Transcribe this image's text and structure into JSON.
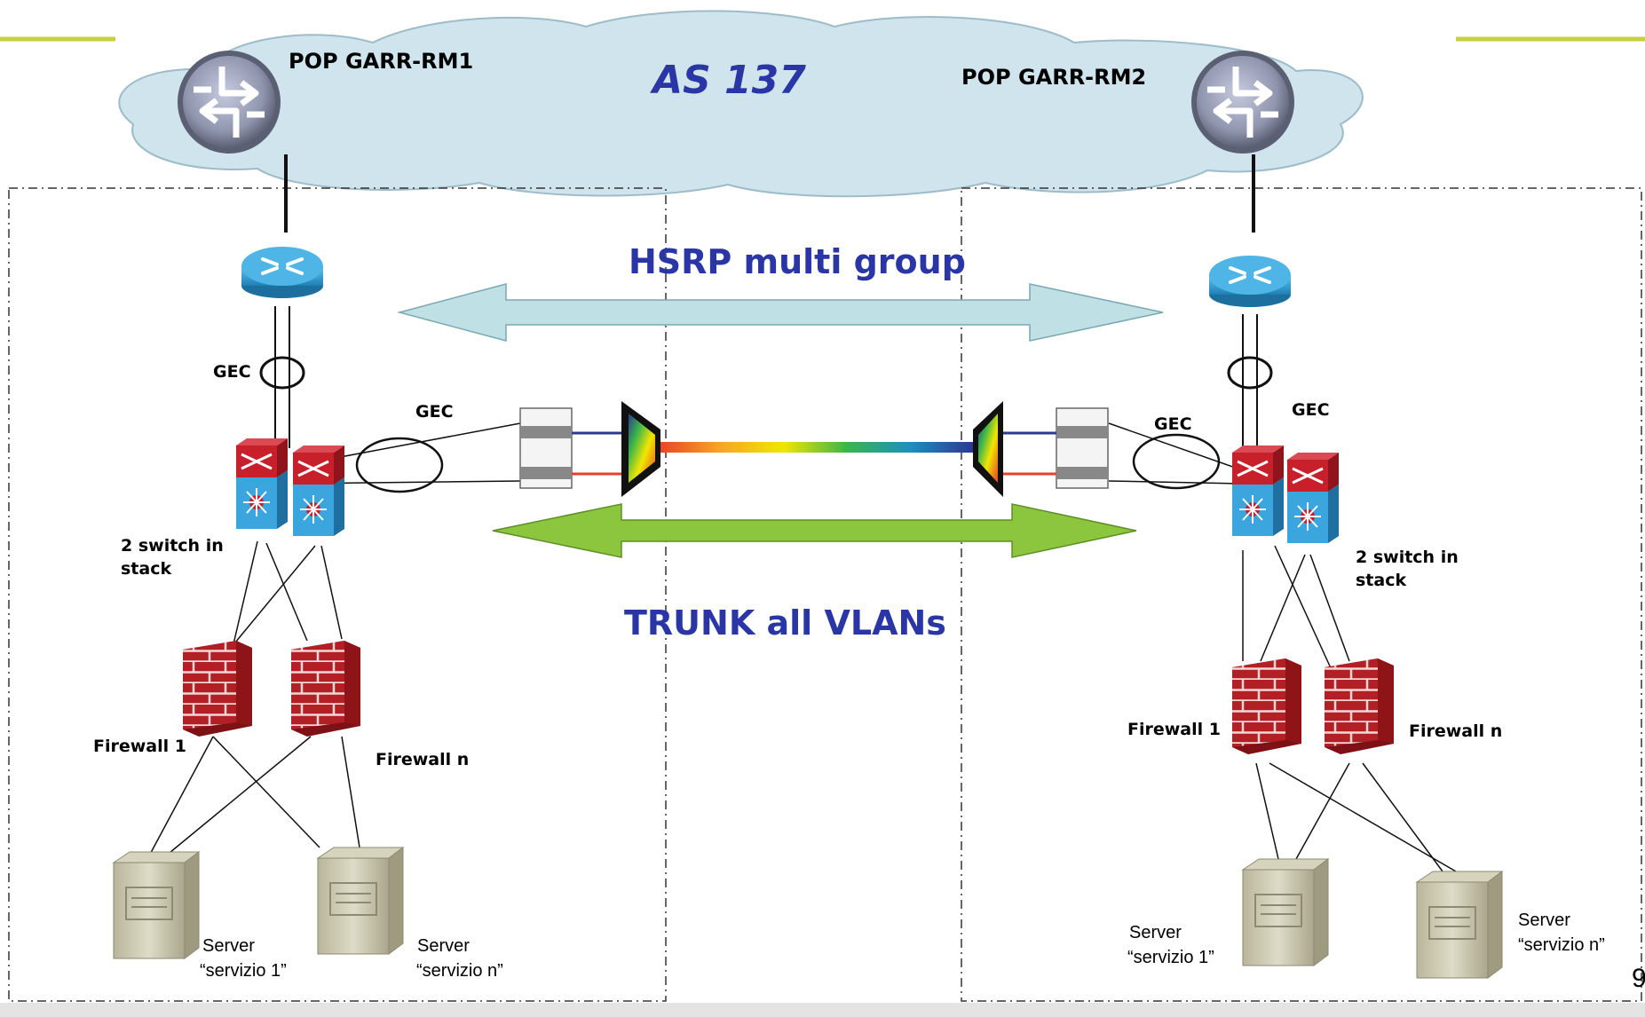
{
  "top_labels": {
    "pop_left": "POP GARR-RM1",
    "pop_right": "POP GARR-RM2",
    "as_number": "AS 137"
  },
  "center_labels": {
    "hsrp": "HSRP multi group",
    "trunk": "TRUNK all VLANs"
  },
  "left_site": {
    "gec_router": "GEC",
    "gec_link": "GEC",
    "switch_stack_line1": "2 switch in",
    "switch_stack_line2": "stack",
    "firewall_1": "Firewall 1",
    "firewall_n": "Firewall n",
    "server_1_line1": "Server",
    "server_1_line2": "“servizio 1”",
    "server_n_line1": "Server",
    "server_n_line2": "“servizio n”"
  },
  "right_site": {
    "gec_router": "GEC",
    "gec_link": "GEC",
    "switch_stack_line1": "2 switch in",
    "switch_stack_line2": "stack",
    "firewall_1": "Firewall 1",
    "firewall_n": "Firewall n",
    "server_1_line1": "Server",
    "server_1_line2": "“servizio 1”",
    "server_n_line1": "Server",
    "server_n_line2": "“servizio n”"
  },
  "page_number": "9",
  "colors": {
    "cloud_fill": "#cfe4ec",
    "hsrp_arrow": "#bfe0e4",
    "trunk_arrow": "#8cc63f",
    "label_blue": "#2b36a6",
    "firewall_red": "#b22025",
    "router_blue": "#2d9fd6"
  }
}
